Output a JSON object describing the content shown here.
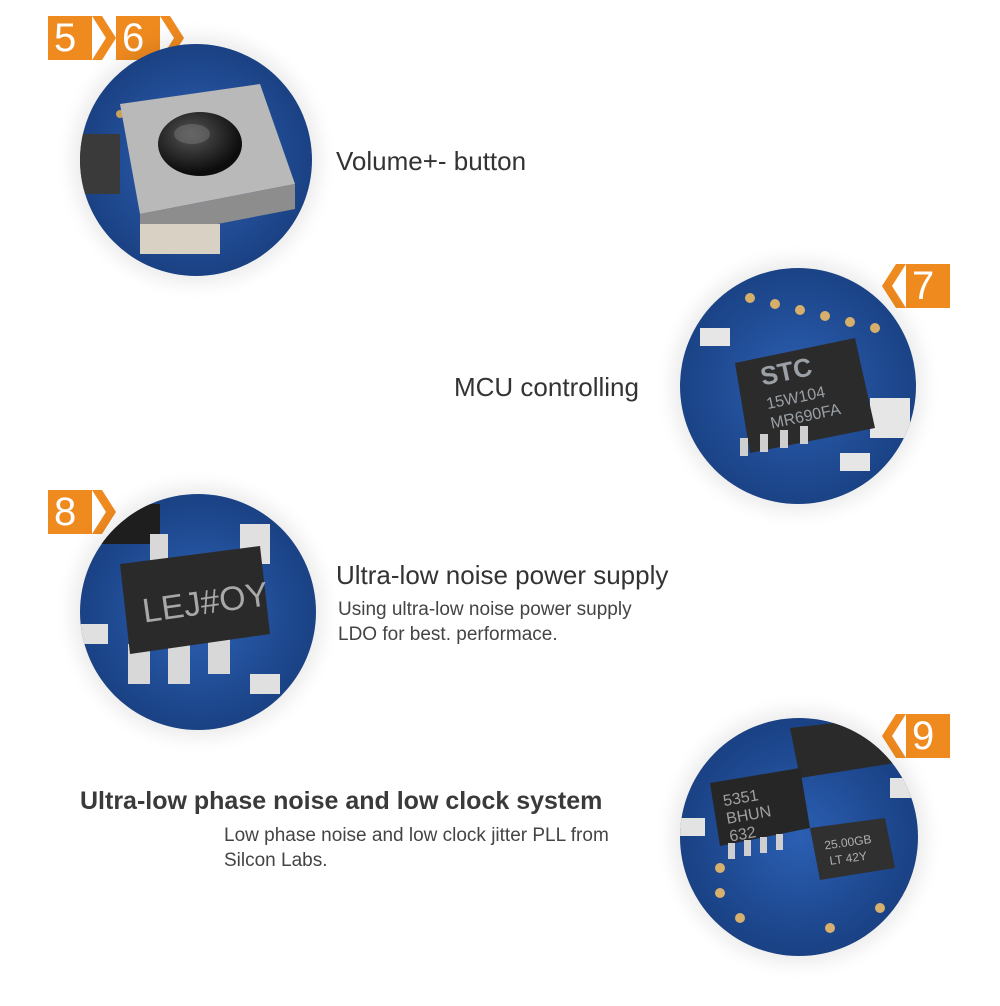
{
  "sections": [
    {
      "badges": [
        "5",
        "6"
      ],
      "title": "Volume+- button"
    },
    {
      "badges": [
        "7"
      ],
      "title": "MCU controlling",
      "chip_text": [
        "STC",
        "15W104",
        "MR690FA"
      ]
    },
    {
      "badges": [
        "8"
      ],
      "title": "Ultra-low noise power supply",
      "desc_lines": [
        "Using ultra-low noise power supply",
        "LDO for best. performace."
      ],
      "chip_text": [
        "LEJ#OY"
      ]
    },
    {
      "badges": [
        "9"
      ],
      "title": "Ultra-low phase noise and low clock system",
      "desc_lines": [
        "Low phase noise and low clock jitter PLL from",
        "Silcon Labs."
      ],
      "chip_text": [
        "5351",
        "BHUN",
        "632",
        "25.00GB",
        "LT 42Y"
      ]
    }
  ],
  "colors": {
    "badge": "#ef8a1f",
    "pcb": "#1d4f9e",
    "chip": "#2a2a2a"
  }
}
